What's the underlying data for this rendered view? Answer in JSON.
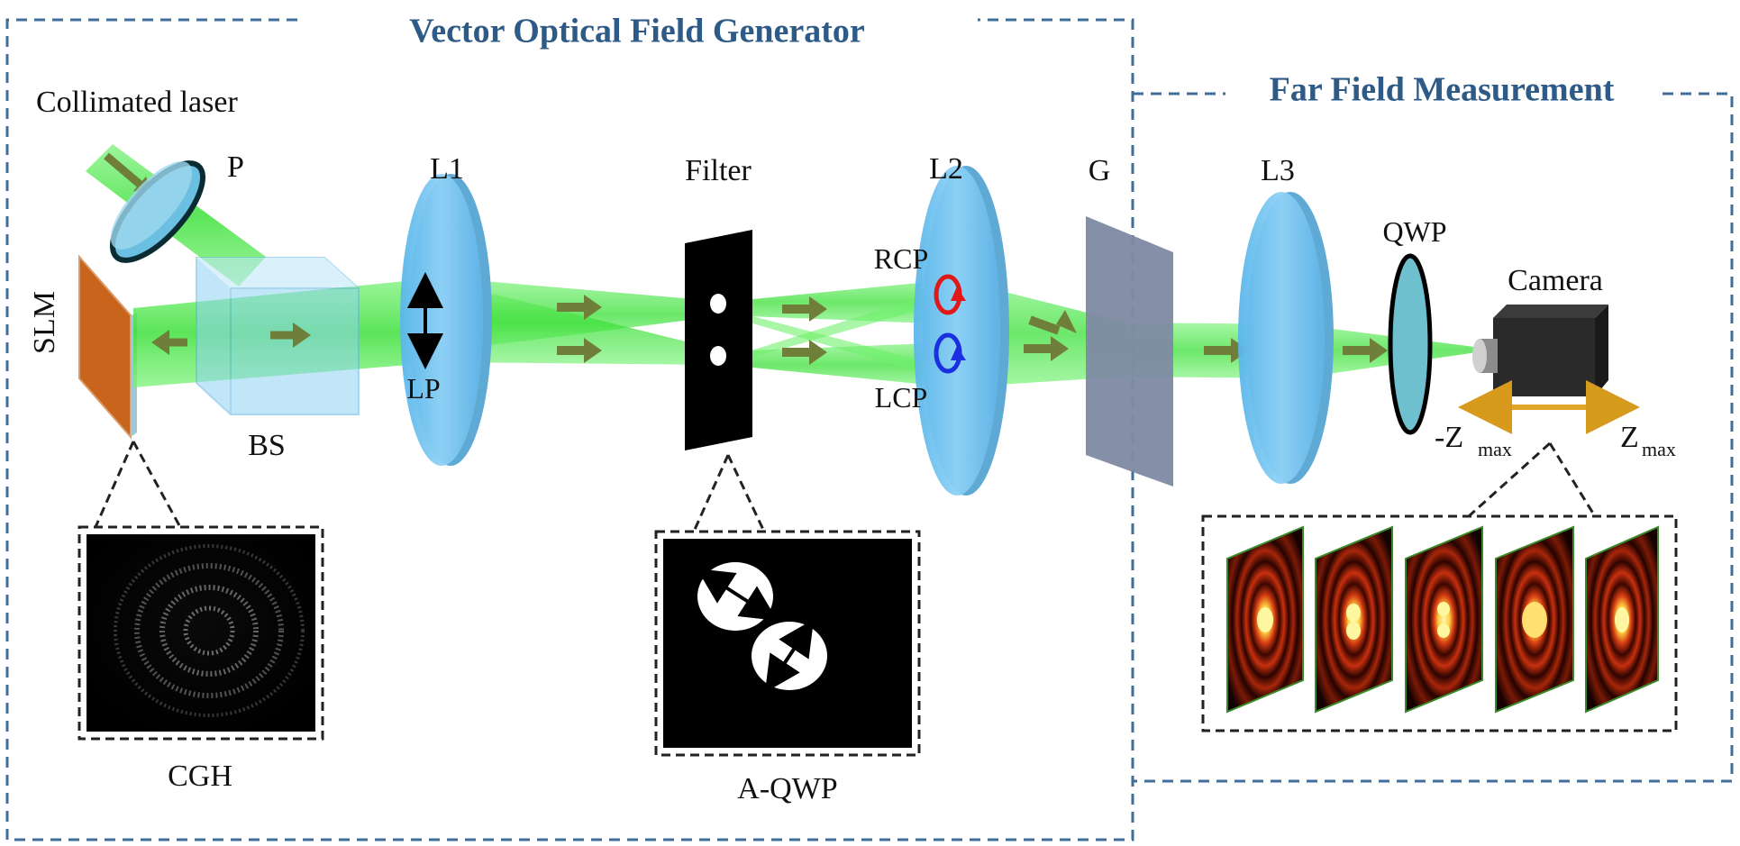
{
  "sections": {
    "generator_title": "Vector Optical Field Generator",
    "far_field_title": "Far Field Measurement"
  },
  "labels": {
    "collimated_laser": "Collimated laser",
    "p": "P",
    "slm": "SLM",
    "bs": "BS",
    "l1": "L1",
    "lp": "LP",
    "filter": "Filter",
    "l2": "L2",
    "rcp": "RCP",
    "lcp": "LCP",
    "g": "G",
    "l3": "L3",
    "qwp": "QWP",
    "camera": "Camera",
    "zmin_prefix": "-Z",
    "zmax_main": "Z",
    "zmax_sub": "max",
    "cgh": "CGH",
    "aqwp": "A-QWP"
  },
  "colors": {
    "title": "#2d5a86",
    "frame_dash": "#3f6e98",
    "beam": "#39e63a",
    "arrow": "#6f7f3a",
    "lens": "#7ec8ef",
    "slm": "#c9641c",
    "grating": "#7e8aa3",
    "rcp": "#e01818",
    "lcp": "#1b2fe0",
    "rail": "#e0a62a"
  },
  "far_field_panel_count": 5
}
